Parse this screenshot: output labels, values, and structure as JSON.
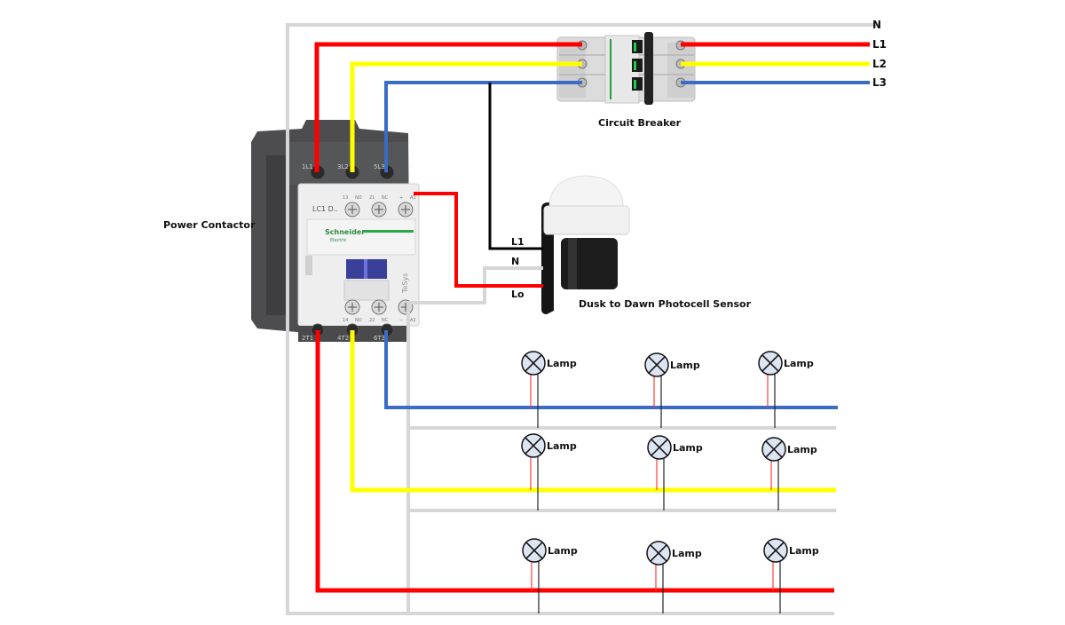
{
  "supply": {
    "neutral_label": "N",
    "l1_label": "L1",
    "l2_label": "L2",
    "l3_label": "L3"
  },
  "colors": {
    "neutral": "#d6d6d6",
    "l1": "#ff0000",
    "l2": "#ffff00",
    "l3": "#3a6cc6",
    "control": "#000000"
  },
  "circuit_breaker": {
    "label": "Circuit Breaker"
  },
  "contactor": {
    "label": "Power Contactor",
    "brand": "Schneider",
    "brand_sub": "Electric",
    "model": "LC1 D..",
    "series": "TeSys",
    "top_terminals": [
      "1L1",
      "3L2",
      "5L3"
    ],
    "bottom_terminals": [
      "2T1",
      "4T2",
      "6T3"
    ],
    "aux_top": [
      "13",
      "NO",
      "21",
      "NC",
      "+",
      "A1"
    ],
    "aux_bottom": [
      "14",
      "NO",
      "22",
      "NC",
      "−",
      "A2"
    ]
  },
  "photocell": {
    "label": "Dusk to Dawn Photocell Sensor",
    "terminals": [
      "L1",
      "N",
      "Lo"
    ]
  },
  "lamps": {
    "label": "Lamp",
    "rows": [
      {
        "phase": "L3",
        "count": 3
      },
      {
        "phase": "L2",
        "count": 3
      },
      {
        "phase": "L1",
        "count": 3
      }
    ]
  }
}
